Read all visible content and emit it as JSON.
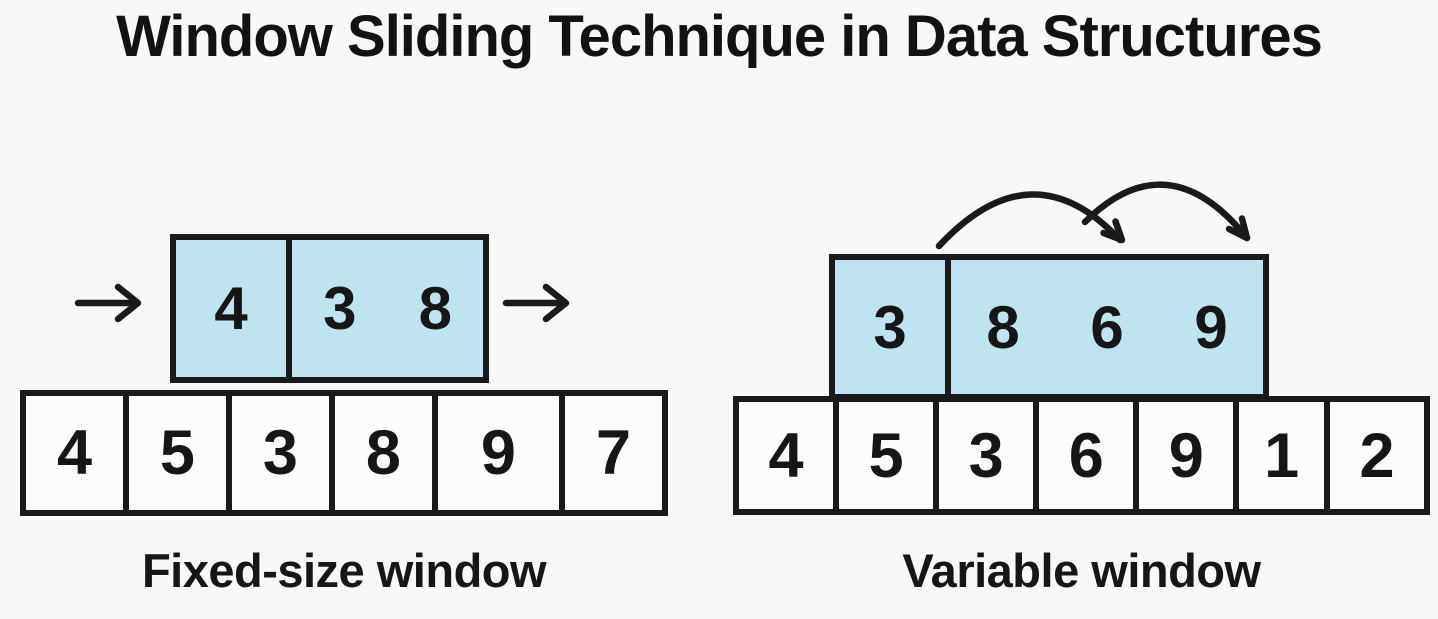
{
  "title": "Window Sliding Technique in Data Structures",
  "colors": {
    "background": "#f8f8f8",
    "window_fill": "#bee4f2",
    "line": "#1a1a1a",
    "cell_fill": "#fcfcfc"
  },
  "icons": {
    "slide_in_arrow": "→",
    "slide_out_arrow": "→",
    "hop_arrow_1": "curved-arrow-right",
    "hop_arrow_2": "curved-arrow-right"
  },
  "fixed_panel": {
    "caption": "Fixed-size window",
    "window_cells": [
      [
        "4"
      ],
      [
        "3",
        "8"
      ]
    ],
    "array_values": [
      "4",
      "5",
      "3",
      "8",
      "9",
      "7"
    ]
  },
  "variable_panel": {
    "caption": "Variable window",
    "window_cells": [
      [
        "3"
      ],
      [
        "8",
        "6",
        "9"
      ]
    ],
    "array_values": [
      "4",
      "5",
      "3",
      "6",
      "9",
      "1",
      "2"
    ]
  }
}
